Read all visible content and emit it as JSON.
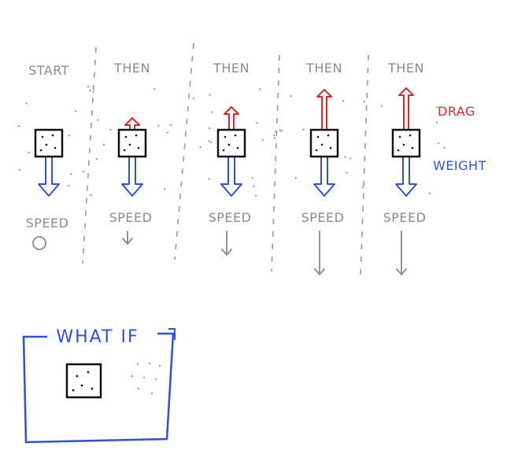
{
  "columns": [
    {
      "title": "START",
      "speed_label": "SPEED",
      "drag": 0,
      "speed": 0
    },
    {
      "title": "THEN",
      "speed_label": "SPEED",
      "drag": 1,
      "speed": 1
    },
    {
      "title": "THEN",
      "speed_label": "SPEED",
      "drag": 2,
      "speed": 2
    },
    {
      "title": "THEN",
      "speed_label": "SPEED",
      "drag": 3,
      "speed": 3
    },
    {
      "title": "THEN",
      "speed_label": "SPEED",
      "drag": 3,
      "speed": 3
    }
  ],
  "legend": {
    "drag": "DRAG",
    "weight": "WEIGHT"
  },
  "what_if": {
    "title": "WHAT IF"
  },
  "colors": {
    "drag": "#d42a2a",
    "weight": "#2f4fdc",
    "weight_fill": "#ffffff",
    "text": "#8a8a8a",
    "box": "#111111"
  }
}
